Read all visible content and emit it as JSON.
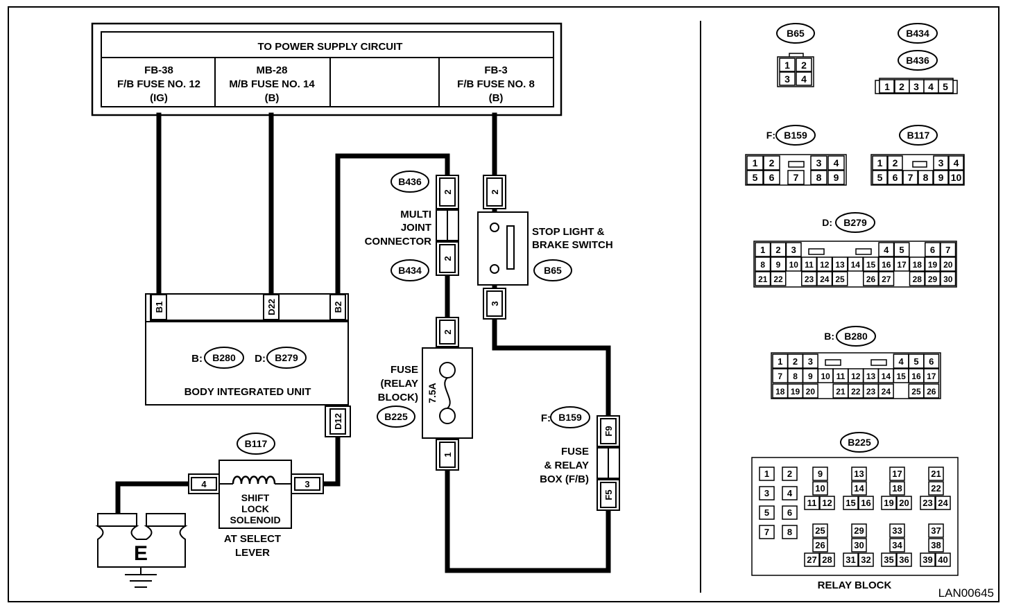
{
  "power": {
    "title": "TO POWER SUPPLY CIRCUIT",
    "fuse1": [
      "FB-38",
      "F/B FUSE NO. 12",
      "(IG)"
    ],
    "fuse2": [
      "MB-28",
      "M/B FUSE NO. 14",
      "(B)"
    ],
    "fuse3": [
      "FB-3",
      "F/B FUSE NO. 8",
      "(B)"
    ]
  },
  "biu": {
    "pins": [
      "B1",
      "D22",
      "B2"
    ],
    "conn_b_prefix": "B:",
    "conn_b": "B280",
    "conn_d_prefix": "D:",
    "conn_d": "B279",
    "label": "BODY INTEGRATED UNIT",
    "bottom_pin": "D12"
  },
  "solenoid": {
    "conn": "B117",
    "label": [
      "SHIFT",
      "LOCK",
      "SOLENOID"
    ],
    "pin_left": "4",
    "pin_right": "3",
    "location": [
      "AT SELECT",
      "LEVER"
    ]
  },
  "ground": {
    "label": "E"
  },
  "joint": {
    "conn_top": "B436",
    "conn_bottom": "B434",
    "pin_top": "2",
    "pin_bottom": "2",
    "label": [
      "MULTI",
      "JOINT",
      "CONNECTOR"
    ]
  },
  "fuse_relay": {
    "label": [
      "FUSE",
      "(RELAY",
      "BLOCK)"
    ],
    "rating": "7.5A",
    "conn": "B225",
    "pin_top": "2",
    "pin_bottom": "1"
  },
  "stop_switch": {
    "label": [
      "STOP LIGHT &",
      "BRAKE SWITCH"
    ],
    "conn": "B65",
    "pin_top": "2",
    "pin_bottom": "3"
  },
  "fuse_box": {
    "conn_prefix": "F:",
    "conn": "B159",
    "pin_top": "F9",
    "pin_bottom": "F5",
    "label": [
      "FUSE",
      "& RELAY",
      "BOX (F/B)"
    ]
  },
  "connectors": {
    "b65": {
      "name": "B65",
      "pins": [
        "1",
        "2",
        "3",
        "4"
      ]
    },
    "b434": {
      "name": "B434"
    },
    "b436": {
      "name": "B436",
      "pins": [
        "1",
        "2",
        "3",
        "4",
        "5"
      ]
    },
    "b159": {
      "prefix": "F:",
      "name": "B159",
      "row1": [
        "1",
        "2",
        "3",
        "4"
      ],
      "row2": [
        "5",
        "6",
        "7",
        "8",
        "9"
      ]
    },
    "b117": {
      "name": "B117",
      "row1": [
        "1",
        "2",
        "3",
        "4"
      ],
      "row2": [
        "5",
        "6",
        "7",
        "8",
        "9",
        "10"
      ]
    },
    "b279": {
      "prefix": "D:",
      "name": "B279",
      "row1": [
        "1",
        "2",
        "3",
        "4",
        "5",
        "6",
        "7"
      ],
      "row2": [
        "8",
        "9",
        "10",
        "11",
        "12",
        "13",
        "14",
        "15",
        "16",
        "17",
        "18",
        "19",
        "20"
      ],
      "row3": [
        "21",
        "22",
        "23",
        "24",
        "25",
        "26",
        "27",
        "28",
        "29",
        "30"
      ]
    },
    "b280": {
      "prefix": "B:",
      "name": "B280",
      "row1": [
        "1",
        "2",
        "3",
        "4",
        "5",
        "6"
      ],
      "row2": [
        "7",
        "8",
        "9",
        "10",
        "11",
        "12",
        "13",
        "14",
        "15",
        "16",
        "17"
      ],
      "row3": [
        "18",
        "19",
        "20",
        "21",
        "22",
        "23",
        "24",
        "25",
        "26"
      ]
    },
    "b225": {
      "name": "B225",
      "caption": "RELAY BLOCK",
      "p": [
        "1",
        "2",
        "3",
        "4",
        "5",
        "6",
        "7",
        "8",
        "9",
        "10",
        "11",
        "12",
        "13",
        "14",
        "15",
        "16",
        "17",
        "18",
        "19",
        "20",
        "21",
        "22",
        "23",
        "24",
        "25",
        "26",
        "27",
        "28",
        "29",
        "30",
        "31",
        "32",
        "33",
        "34",
        "35",
        "36",
        "37",
        "38",
        "39",
        "40"
      ]
    }
  },
  "code": "LAN00645"
}
